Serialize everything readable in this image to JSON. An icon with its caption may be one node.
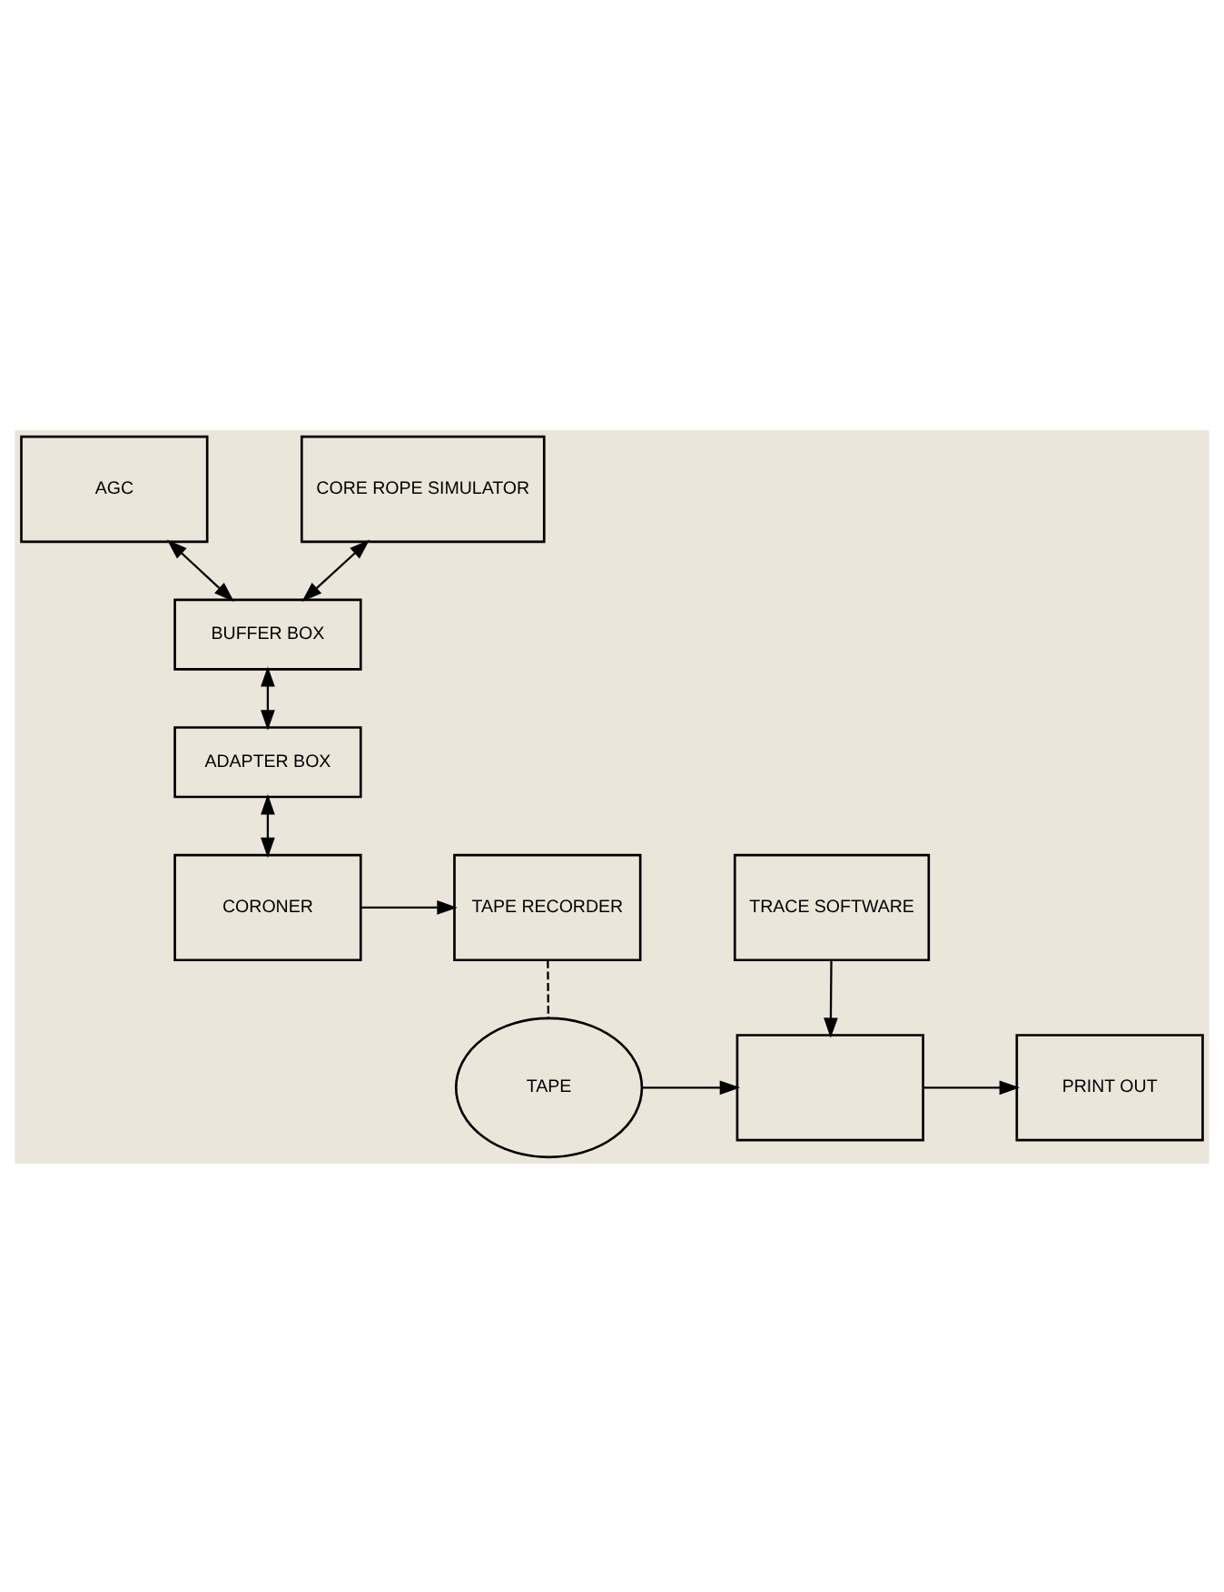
{
  "diagram": {
    "nodes": [
      {
        "text": [
          "AGC"
        ]
      },
      {
        "text": [
          "CORE ROPE SIMULATOR"
        ]
      },
      {
        "text": [
          "BUFFER BOX"
        ]
      },
      {
        "text": [
          "ADAPTER BOX"
        ]
      },
      {
        "text": [
          "CORONER"
        ]
      },
      {
        "text": [
          "TAPE RECORDER"
        ]
      },
      {
        "text": [
          "TAPE"
        ]
      },
      {
        "text": [],
        "shape": "box"
      },
      {
        "text": [
          "PRINT OUT"
        ]
      },
      {
        "text": [
          "TRACE SOFTWARE"
        ]
      }
    ],
    "edges": [
      {
        "from": 0,
        "to": 2,
        "arrow": "both"
      },
      {
        "from": 1,
        "to": 2,
        "arrow": "both"
      },
      {
        "from": 2,
        "to": 3,
        "arrow": "both"
      },
      {
        "from": 3,
        "to": 4,
        "arrow": "both"
      },
      {
        "from": 4,
        "to": 5,
        "arrow": "to"
      },
      {
        "from": 5,
        "to": 6,
        "arrow": "none",
        "style": "dashed"
      },
      {
        "from": 6,
        "to": 7,
        "arrow": "to"
      },
      {
        "from": 7,
        "to": 8,
        "arrow": "to"
      },
      {
        "from": 9,
        "to": 7,
        "arrow": "to"
      }
    ]
  }
}
